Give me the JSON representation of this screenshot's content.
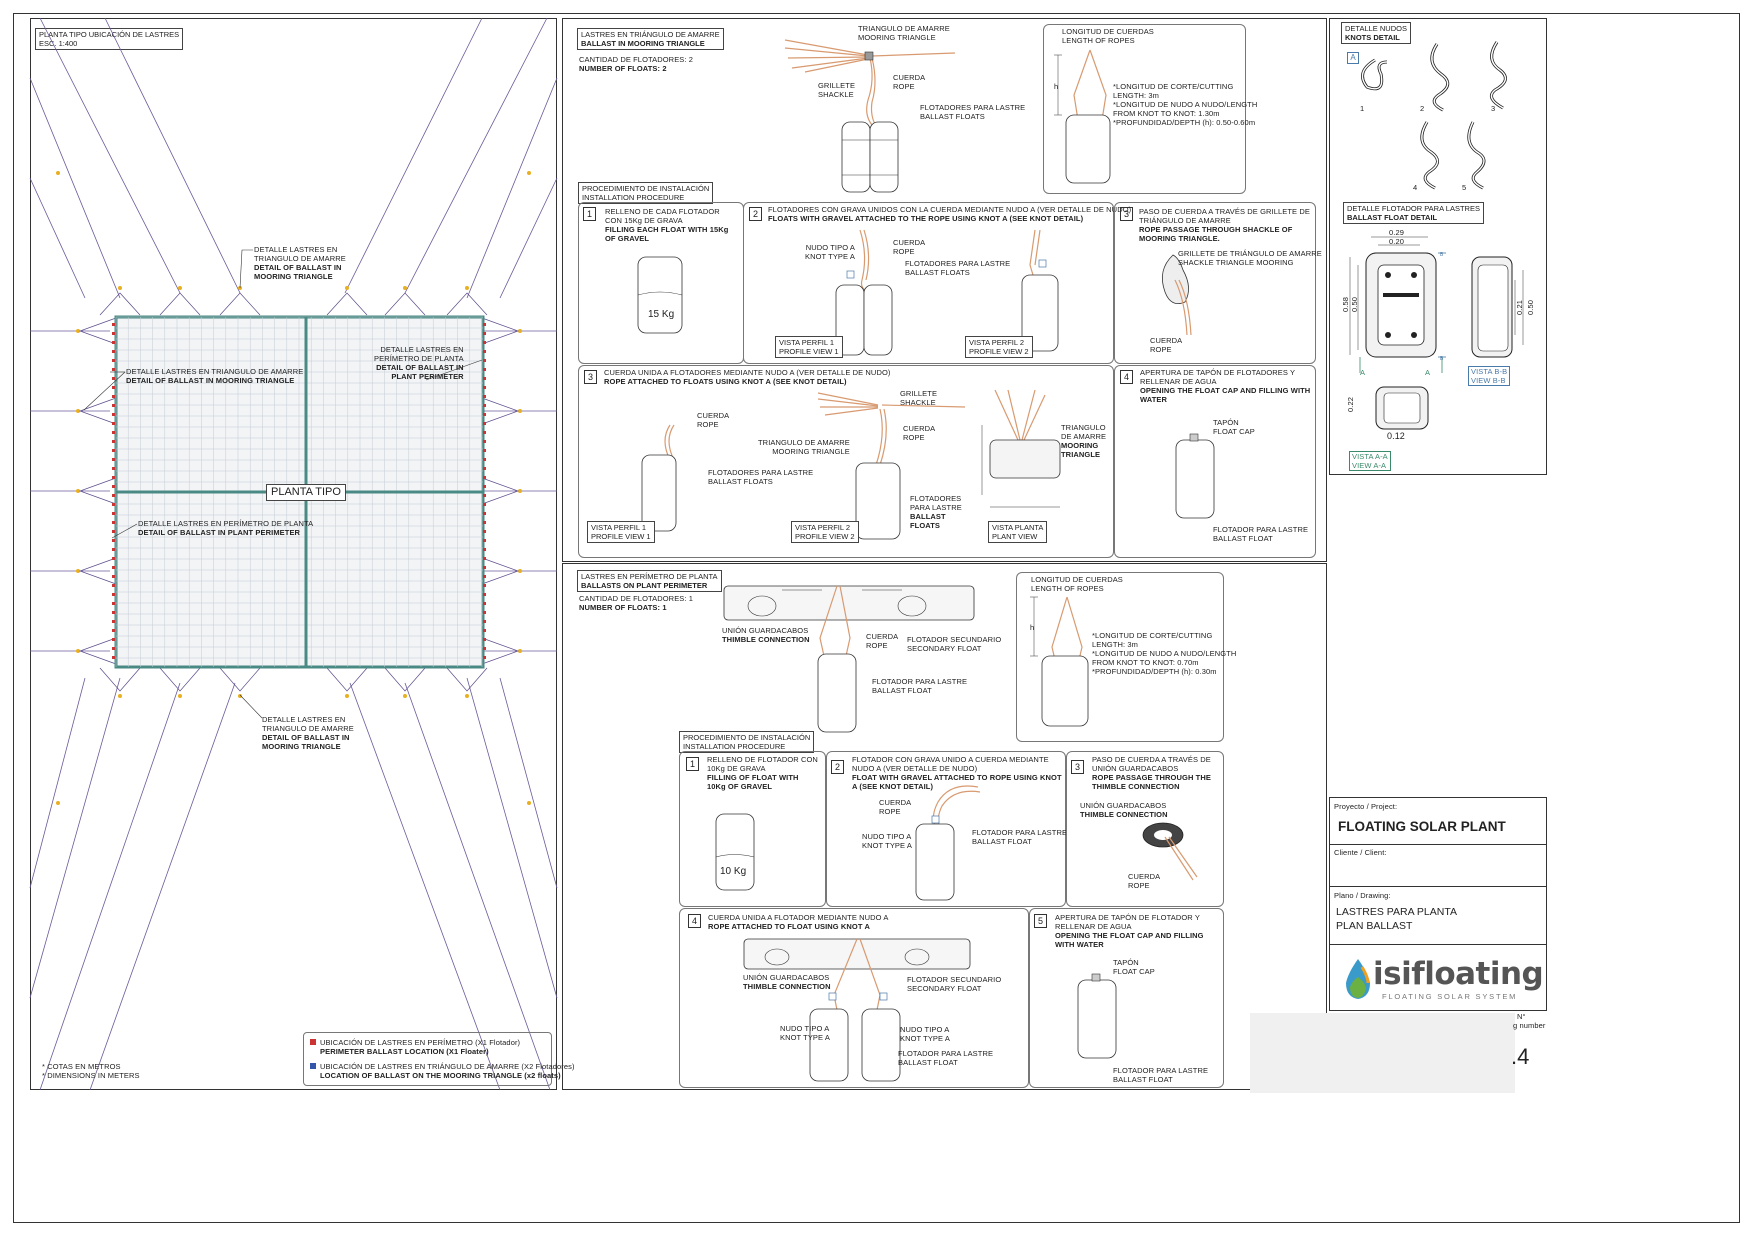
{
  "plan": {
    "title_es": "PLANTA TIPO UBICACIÓN DE LASTRES",
    "scale": "ESC. 1:400",
    "center_label": "PLANTA TIPO",
    "callouts": [
      {
        "es": "DETALLE LASTRES EN",
        "es2": "TRIANGULO DE AMARRE",
        "en": "DETAIL OF BALLAST IN",
        "en2": "MOORING TRIANGLE"
      },
      {
        "es": "DETALLE LASTRES EN TRIANGULO DE AMARRE",
        "en": "DETAIL OF BALLAST IN MOORING TRIANGLE"
      },
      {
        "es": "DETALLE LASTRES EN",
        "es2": "PERÍMETRO DE PLANTA",
        "en": "DETAIL OF BALLAST IN",
        "en2": "PLANT PERIMETER"
      },
      {
        "es": "DETALLE LASTRES EN PERÍMETRO DE PLANTA",
        "en": "DETAIL OF BALLAST IN PLANT PERIMETER"
      },
      {
        "es": "DETALLE LASTRES EN",
        "es2": "TRIANGULO DE AMARRE",
        "en": "DETAIL OF BALLAST IN",
        "en2": "MOORING TRIANGLE"
      }
    ],
    "notes": [
      "* COTAS EN METROS",
      "* DIMENSIONS IN METERS"
    ],
    "legend": [
      {
        "es": "UBICACIÓN DE LASTRES EN PERÍMETRO (X1 Flotador)",
        "en": "PERIMETER BALLAST LOCATION (X1 Floater)",
        "color": "#cc3333"
      },
      {
        "es": "UBICACIÓN DE LASTRES EN TRIÁNGULO DE AMARRE (X2 Flotadores)",
        "en": "LOCATION OF BALLAST ON THE MOORING TRIANGLE (x2 floats)",
        "color": "#3355aa"
      }
    ]
  },
  "triangle": {
    "title_es": "LASTRES EN TRIÁNGULO DE AMARRE",
    "title_en": "BALLAST IN MOORING TRIANGLE",
    "count_es": "CANTIDAD DE FLOTADORES: 2",
    "count_en": "NUMBER OF FLOATS: 2",
    "labels": {
      "tri_es": "TRIANGULO DE AMARRE",
      "tri_en": "MOORING TRIANGLE",
      "shackle_es": "GRILLETE",
      "shackle_en": "SHACKLE",
      "rope_es": "CUERDA",
      "rope_en": "ROPE",
      "floats_es": "FLOTADORES PARA LASTRE",
      "floats_en": "BALLAST FLOATS"
    },
    "ropes": {
      "title_es": "LONGITUD DE CUERDAS",
      "title_en": "LENGTH OF ROPES",
      "l1": "*LONGITUD DE CORTE/CUTTING",
      "l2": "LENGTH: 3m",
      "l3": "*LONGITUD DE NUDO A NUDO/LENGTH",
      "l4": "FROM KNOT TO KNOT: 1.30m",
      "l5": "*PROFUNDIDAD/DEPTH (h): 0.50-0.60m",
      "h": "h"
    },
    "procedure_es": "PROCEDIMIENTO DE INSTALACIÓN",
    "procedure_en": "INSTALLATION PROCEDURE",
    "steps": [
      {
        "n": "1",
        "es": "RELLENO DE CADA FLOTADOR CON 15Kg DE GRAVA",
        "en": "FILLING EACH FLOAT WITH 15Kg OF GRAVEL",
        "weight": "15 Kg"
      },
      {
        "n": "2",
        "es": "FLOTADORES CON GRAVA UNIDOS CON LA CUERDA MEDIANTE NUDO A (VER DETALLE DE NUDO)",
        "en": "FLOATS WITH GRAVEL ATTACHED TO THE ROPE USING KNOT A (SEE KNOT DETAIL)",
        "knot_es": "NUDO TIPO A",
        "knot_en": "KNOT TYPE A",
        "view1_es": "VISTA PERFIL 1",
        "view1_en": "PROFILE VIEW 1",
        "view2_es": "VISTA PERFIL 2",
        "view2_en": "PROFILE VIEW 2"
      },
      {
        "n": "3",
        "es": "PASO DE CUERDA A TRAVÉS DE GRILLETE DE TRIÁNGULO DE AMARRE",
        "en": "ROPE PASSAGE THROUGH SHACKLE OF MOORING TRIANGLE.",
        "shackle_es": "GRILLETE DE TRIÁNGULO DE AMARRE",
        "shackle_en": "SHACKLE TRIANGLE MOORING"
      },
      {
        "n": "3",
        "es": "CUERDA UNIDA A FLOTADORES MEDIANTE NUDO A (VER DETALLE DE NUDO)",
        "en": "ROPE ATTACHED TO FLOATS USING KNOT A (SEE KNOT DETAIL)",
        "view_plan_es": "VISTA PLANTA",
        "view_plan_en": "PLANT VIEW"
      },
      {
        "n": "4",
        "es": "APERTURA DE TAPÓN DE FLOTADORES Y RELLENAR DE AGUA",
        "en": "OPENING THE FLOAT CAP AND FILLING WITH WATER",
        "cap_es": "TAPÓN",
        "cap_en": "FLOAT CAP",
        "float_es": "FLOTADOR PARA LASTRE",
        "float_en": "BALLAST FLOAT"
      }
    ]
  },
  "perimeter": {
    "title_es": "LASTRES EN PERÍMETRO DE PLANTA",
    "title_en": "BALLASTS ON PLANT PERIMETER",
    "count_es": "CANTIDAD DE FLOTADORES: 1",
    "count_en": "NUMBER OF FLOATS: 1",
    "labels": {
      "thimble_es": "UNIÓN GUARDACABOS",
      "thimble_en": "THIMBLE CONNECTION",
      "rope_es": "CUERDA",
      "rope_en": "ROPE",
      "secondary_es": "FLOTADOR SECUNDARIO",
      "secondary_en": "SECONDARY FLOAT",
      "float_es": "FLOTADOR PARA LASTRE",
      "float_en": "BALLAST FLOAT"
    },
    "ropes": {
      "title_es": "LONGITUD DE CUERDAS",
      "title_en": "LENGTH OF ROPES",
      "l1": "*LONGITUD DE CORTE/CUTTING",
      "l2": "LENGTH: 3m",
      "l3": "*LONGITUD DE NUDO A NUDO/LENGTH",
      "l4": "FROM KNOT TO KNOT: 0.70m",
      "l5": "*PROFUNDIDAD/DEPTH (h): 0.30m",
      "h": "h"
    },
    "procedure_es": "PROCEDIMIENTO DE INSTALACIÓN",
    "procedure_en": "INSTALLATION PROCEDURE",
    "steps": [
      {
        "n": "1",
        "es": "RELLENO DE FLOTADOR CON 10Kg DE GRAVA",
        "en": "FILLING OF FLOAT WITH 10Kg OF GRAVEL",
        "weight": "10 Kg"
      },
      {
        "n": "2",
        "es": "FLOTADOR CON GRAVA UNIDO A CUERDA MEDIANTE NUDO A (VER DETALLE DE NUDO)",
        "en": "FLOAT WITH GRAVEL ATTACHED TO ROPE USING KNOT A (SEE KNOT DETAIL)"
      },
      {
        "n": "3",
        "es": "PASO DE CUERDA A TRAVÉS DE UNIÓN GUARDACABOS",
        "en": "ROPE PASSAGE THROUGH THE THIMBLE CONNECTION"
      },
      {
        "n": "4",
        "es": "CUERDA UNIDA A FLOTADOR MEDIANTE NUDO A",
        "en": "ROPE ATTACHED TO FLOAT USING KNOT A"
      },
      {
        "n": "5",
        "es": "APERTURA DE TAPÓN DE FLOTADOR Y RELLENAR DE AGUA",
        "en": "OPENING THE FLOAT CAP AND FILLING WITH WATER"
      }
    ]
  },
  "knots": {
    "title_es": "DETALLE NUDOS",
    "title_en": "KNOTS DETAIL",
    "tag": "A",
    "steps": [
      "1",
      "2",
      "3",
      "4",
      "5"
    ]
  },
  "float_detail": {
    "title_es": "DETALLE FLOTADOR PARA LASTRES",
    "title_en": "BALLAST FLOAT DETAIL",
    "dims": {
      "w1": "0.29",
      "w2": "0.20",
      "h1": "0.58",
      "h2": "0.50",
      "h3": "0.21",
      "h4": "0.50",
      "d1": "0.22",
      "d2": "0.12",
      "b": "B",
      "a": "A"
    },
    "view_aa_es": "VISTA A-A",
    "view_aa_en": "VIEW A-A",
    "view_bb_es": "VISTA B-B",
    "view_bb_en": "VIEW B-B"
  },
  "title_block": {
    "project_label": "Proyecto / Project:",
    "project": "FLOATING SOLAR PLANT",
    "client_label": "Cliente / Client:",
    "drawing_label": "Plano / Drawing:",
    "drawing_es": "LASTRES PARA PLANTA",
    "drawing_en": "PLAN BALLAST",
    "logo": "isifloating",
    "logo_sub": "FLOATING SOLAR SYSTEM",
    "partial_no": "N°",
    "partial_num": "g number",
    "sheet": ".4"
  },
  "colors": {
    "grid": "#4a8a84",
    "rope": "#d89a70",
    "mooring": "#5a4a8a",
    "anchor": "#e8b020",
    "perim": "#cc3333"
  }
}
